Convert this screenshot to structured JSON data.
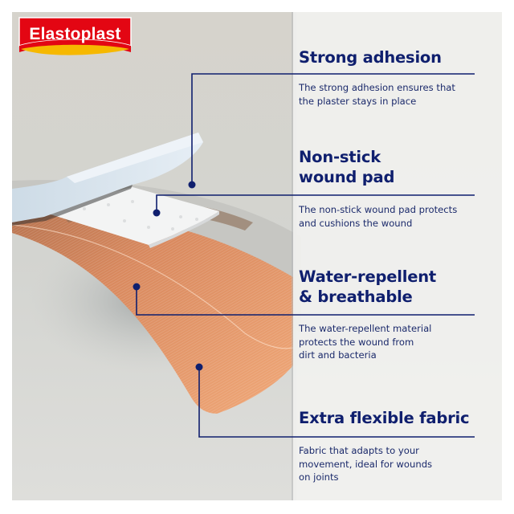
{
  "brand": {
    "logo_text": "Elastoplast",
    "logo_red": "#e30613",
    "logo_yellow": "#f6b800"
  },
  "features": [
    {
      "title_lines": [
        "Strong adhesion"
      ],
      "description_lines": [
        "The strong adhesion ensures that",
        "the plaster stays in place"
      ]
    },
    {
      "title_lines": [
        "Non-stick",
        "wound pad"
      ],
      "description_lines": [
        "The non-stick wound pad protects",
        "and cushions the wound"
      ]
    },
    {
      "title_lines": [
        "Water-repellent",
        "& breathable"
      ],
      "description_lines": [
        "The water-repellent material",
        "protects the wound from",
        "dirt and bacteria"
      ]
    },
    {
      "title_lines": [
        "Extra flexible fabric"
      ],
      "description_lines": [
        "Fabric that adapts to your",
        "movement, ideal for wounds",
        "on joints"
      ]
    }
  ],
  "colors": {
    "navy": "#0f1f6e",
    "plaster": "#e49a6c",
    "background": "#d9d7d1"
  }
}
